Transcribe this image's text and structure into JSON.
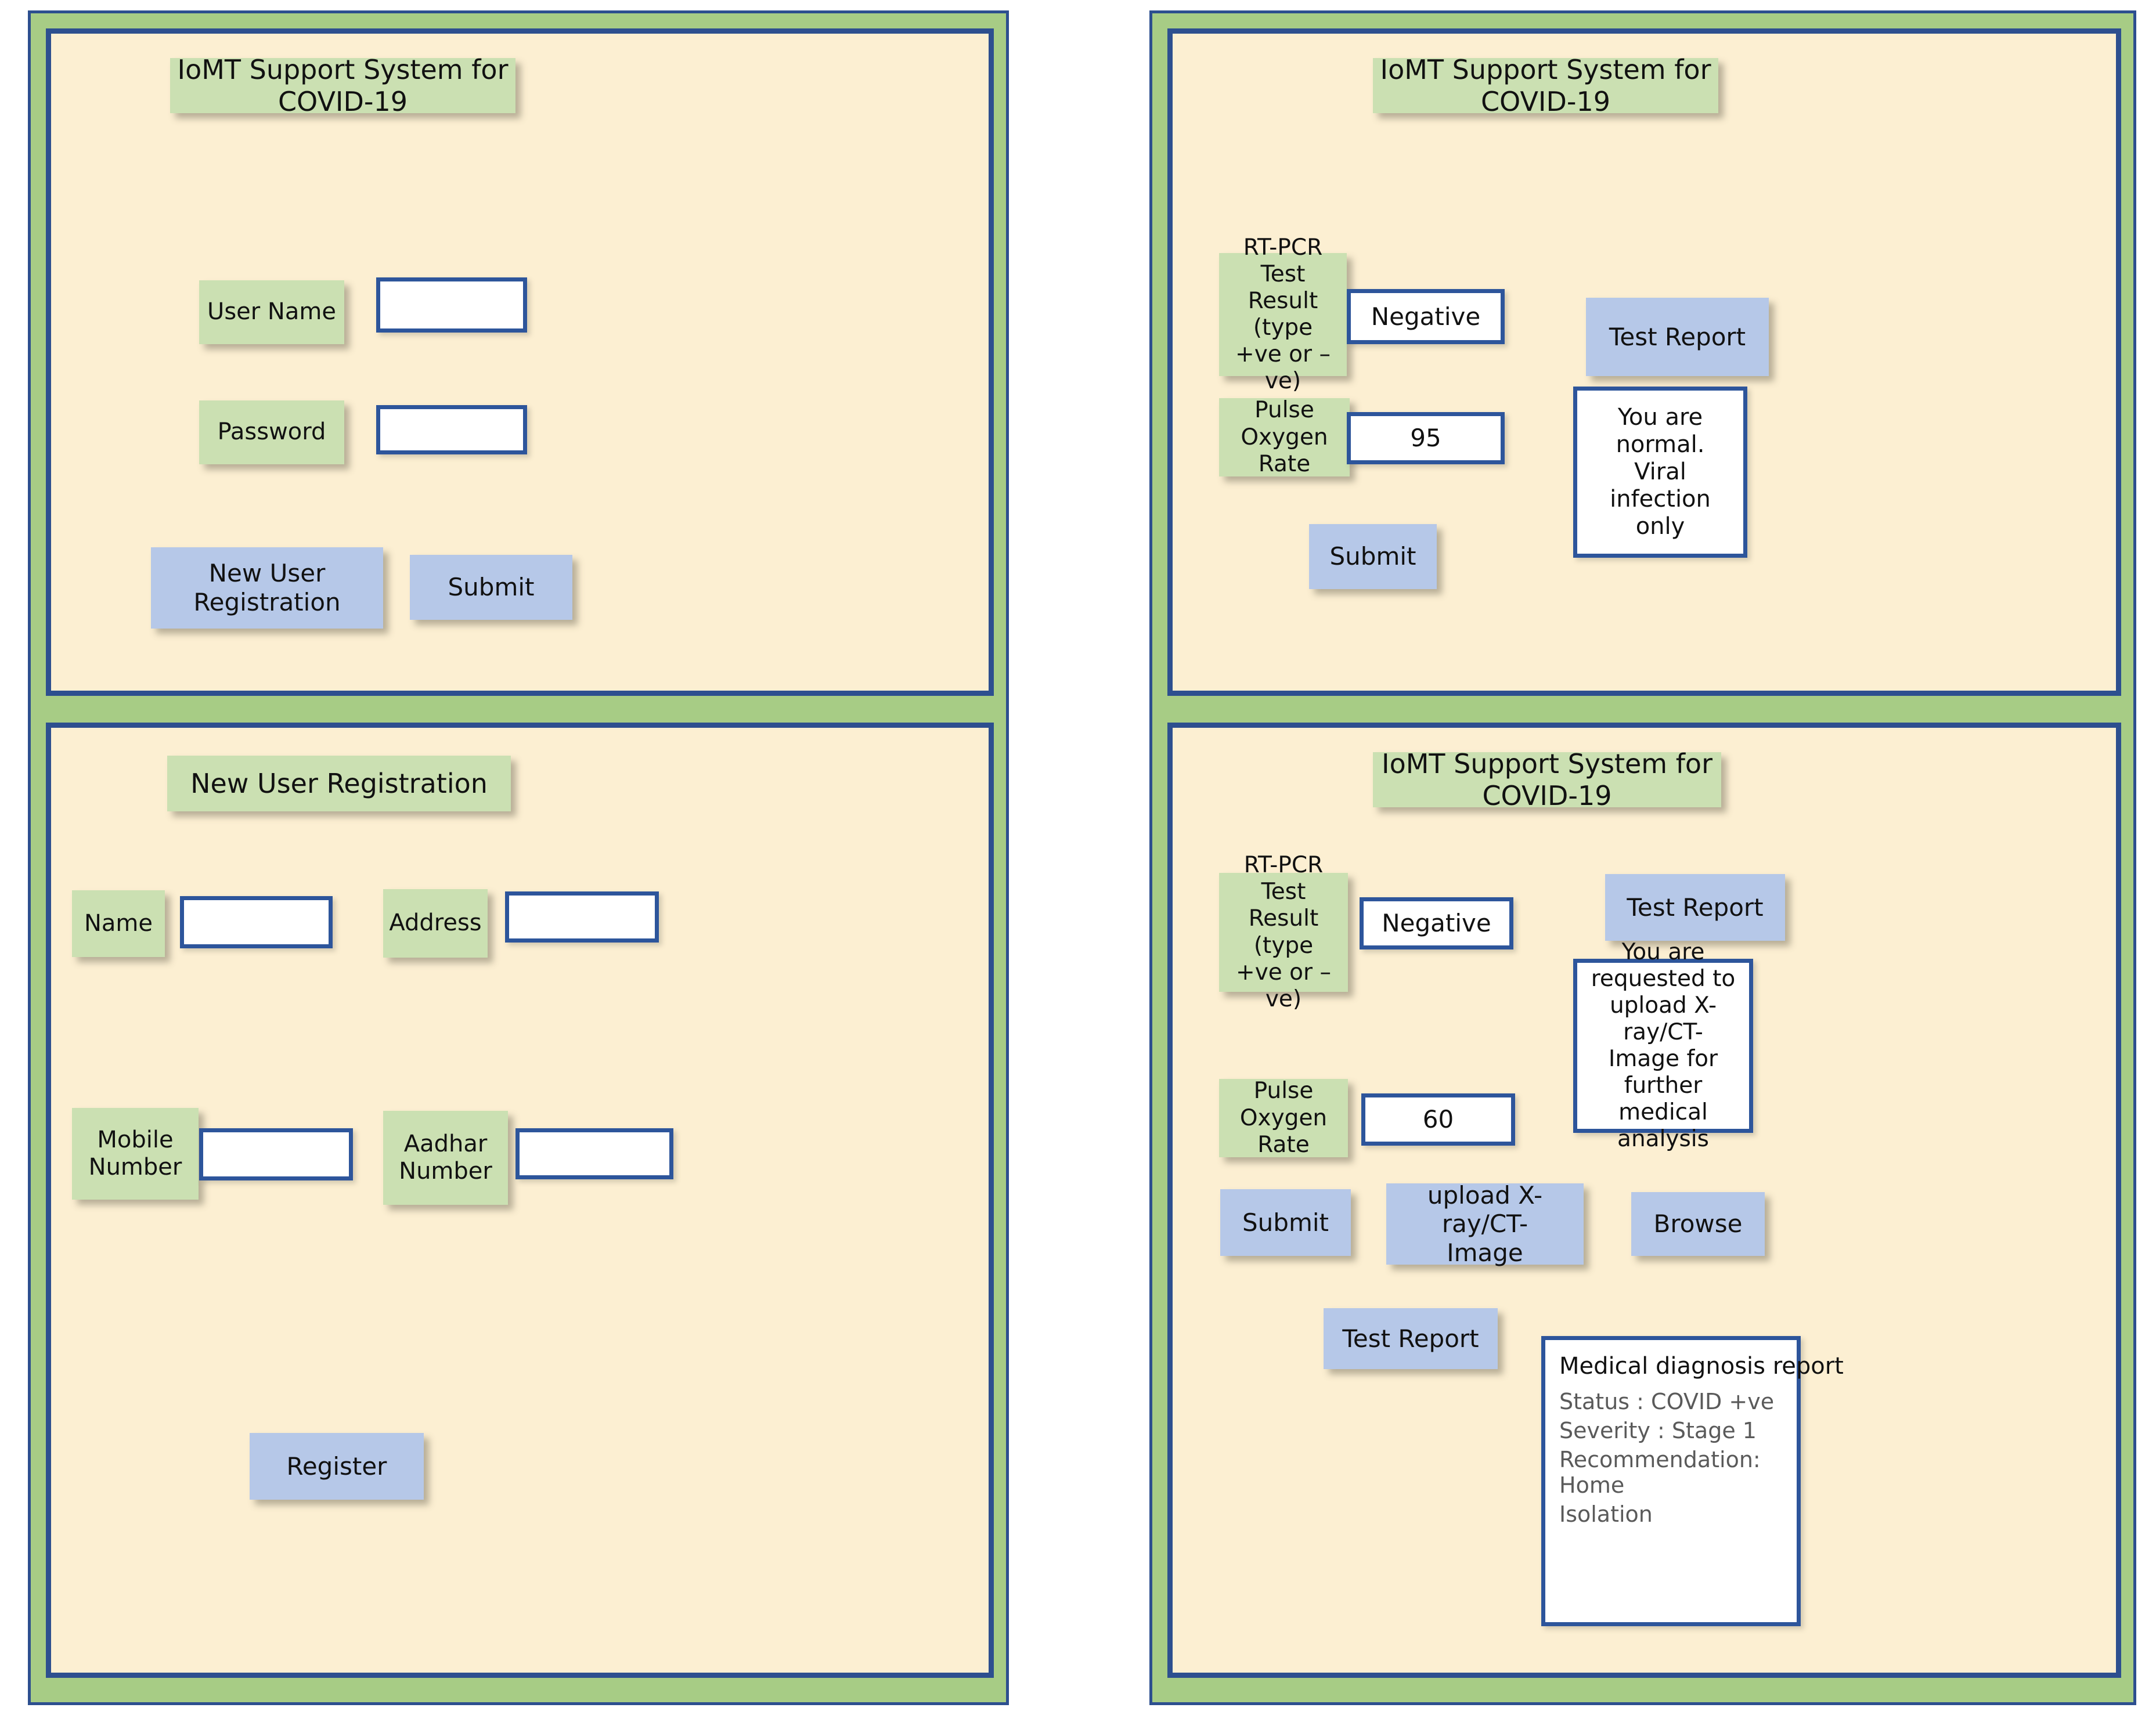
{
  "app": {
    "title": "IoMT Support System for COVID-19"
  },
  "panels": {
    "login": {
      "header": "IoMT Support System for COVID-19",
      "fields": [
        {
          "label": "User Name",
          "value": "",
          "placeholder": ""
        },
        {
          "label": "Password",
          "value": "",
          "placeholder": ""
        }
      ],
      "buttons": {
        "new_user_registration": "New User\nRegistration",
        "submit": "Submit"
      }
    },
    "registration": {
      "header": "New User Registration",
      "fields": [
        {
          "label": "Name",
          "value": "",
          "placeholder": ""
        },
        {
          "label": "Address",
          "value": "",
          "placeholder": ""
        },
        {
          "label": "Mobile\nNumber",
          "value": "",
          "placeholder": ""
        },
        {
          "label": "Aadhar\nNumber",
          "value": "",
          "placeholder": ""
        }
      ],
      "buttons": {
        "register": "Register"
      }
    },
    "result_normal": {
      "header": "IoMT Support System for COVID-19",
      "rtpcr_label": "RT-PCR Test\nResult (type\n+ve or –ve)",
      "rtpcr_value": "Negative",
      "pulse_label": "Pulse Oxygen\nRate",
      "pulse_value": "95",
      "buttons": {
        "test_report": "Test Report",
        "submit": "Submit"
      },
      "message": "You are normal.\nViral infection\nonly"
    },
    "result_covid": {
      "header": "IoMT Support System for COVID-19",
      "rtpcr_label": "RT-PCR Test\nResult (type\n+ve or –ve)",
      "rtpcr_value": "Negative",
      "pulse_label": "Pulse Oxygen\nRate",
      "pulse_value": "60",
      "buttons": {
        "test_report_top": "Test Report",
        "submit": "Submit",
        "upload_image": "upload X-ray/CT-\nImage",
        "browse": "Browse",
        "test_report_bottom": "Test Report"
      },
      "message": "You are requested to\nupload X-ray/CT-\nImage for further\nmedical analysis",
      "report": {
        "title": "Medical diagnosis report",
        "lines": [
          "Status : COVID +ve",
          "Severity : Stage 1",
          "Recommendation: Home",
          "Isolation"
        ]
      }
    }
  },
  "colors": {
    "frame_green": "#a7cc85",
    "panel_cream": "#fcefd2",
    "chip_green": "#cbe0b2",
    "button_blue": "#b6c8e8",
    "border_blue": "#2d4f8f",
    "field_border": "#2d559b",
    "text_dark": "#111111",
    "text_muted": "#5a5a5a"
  }
}
